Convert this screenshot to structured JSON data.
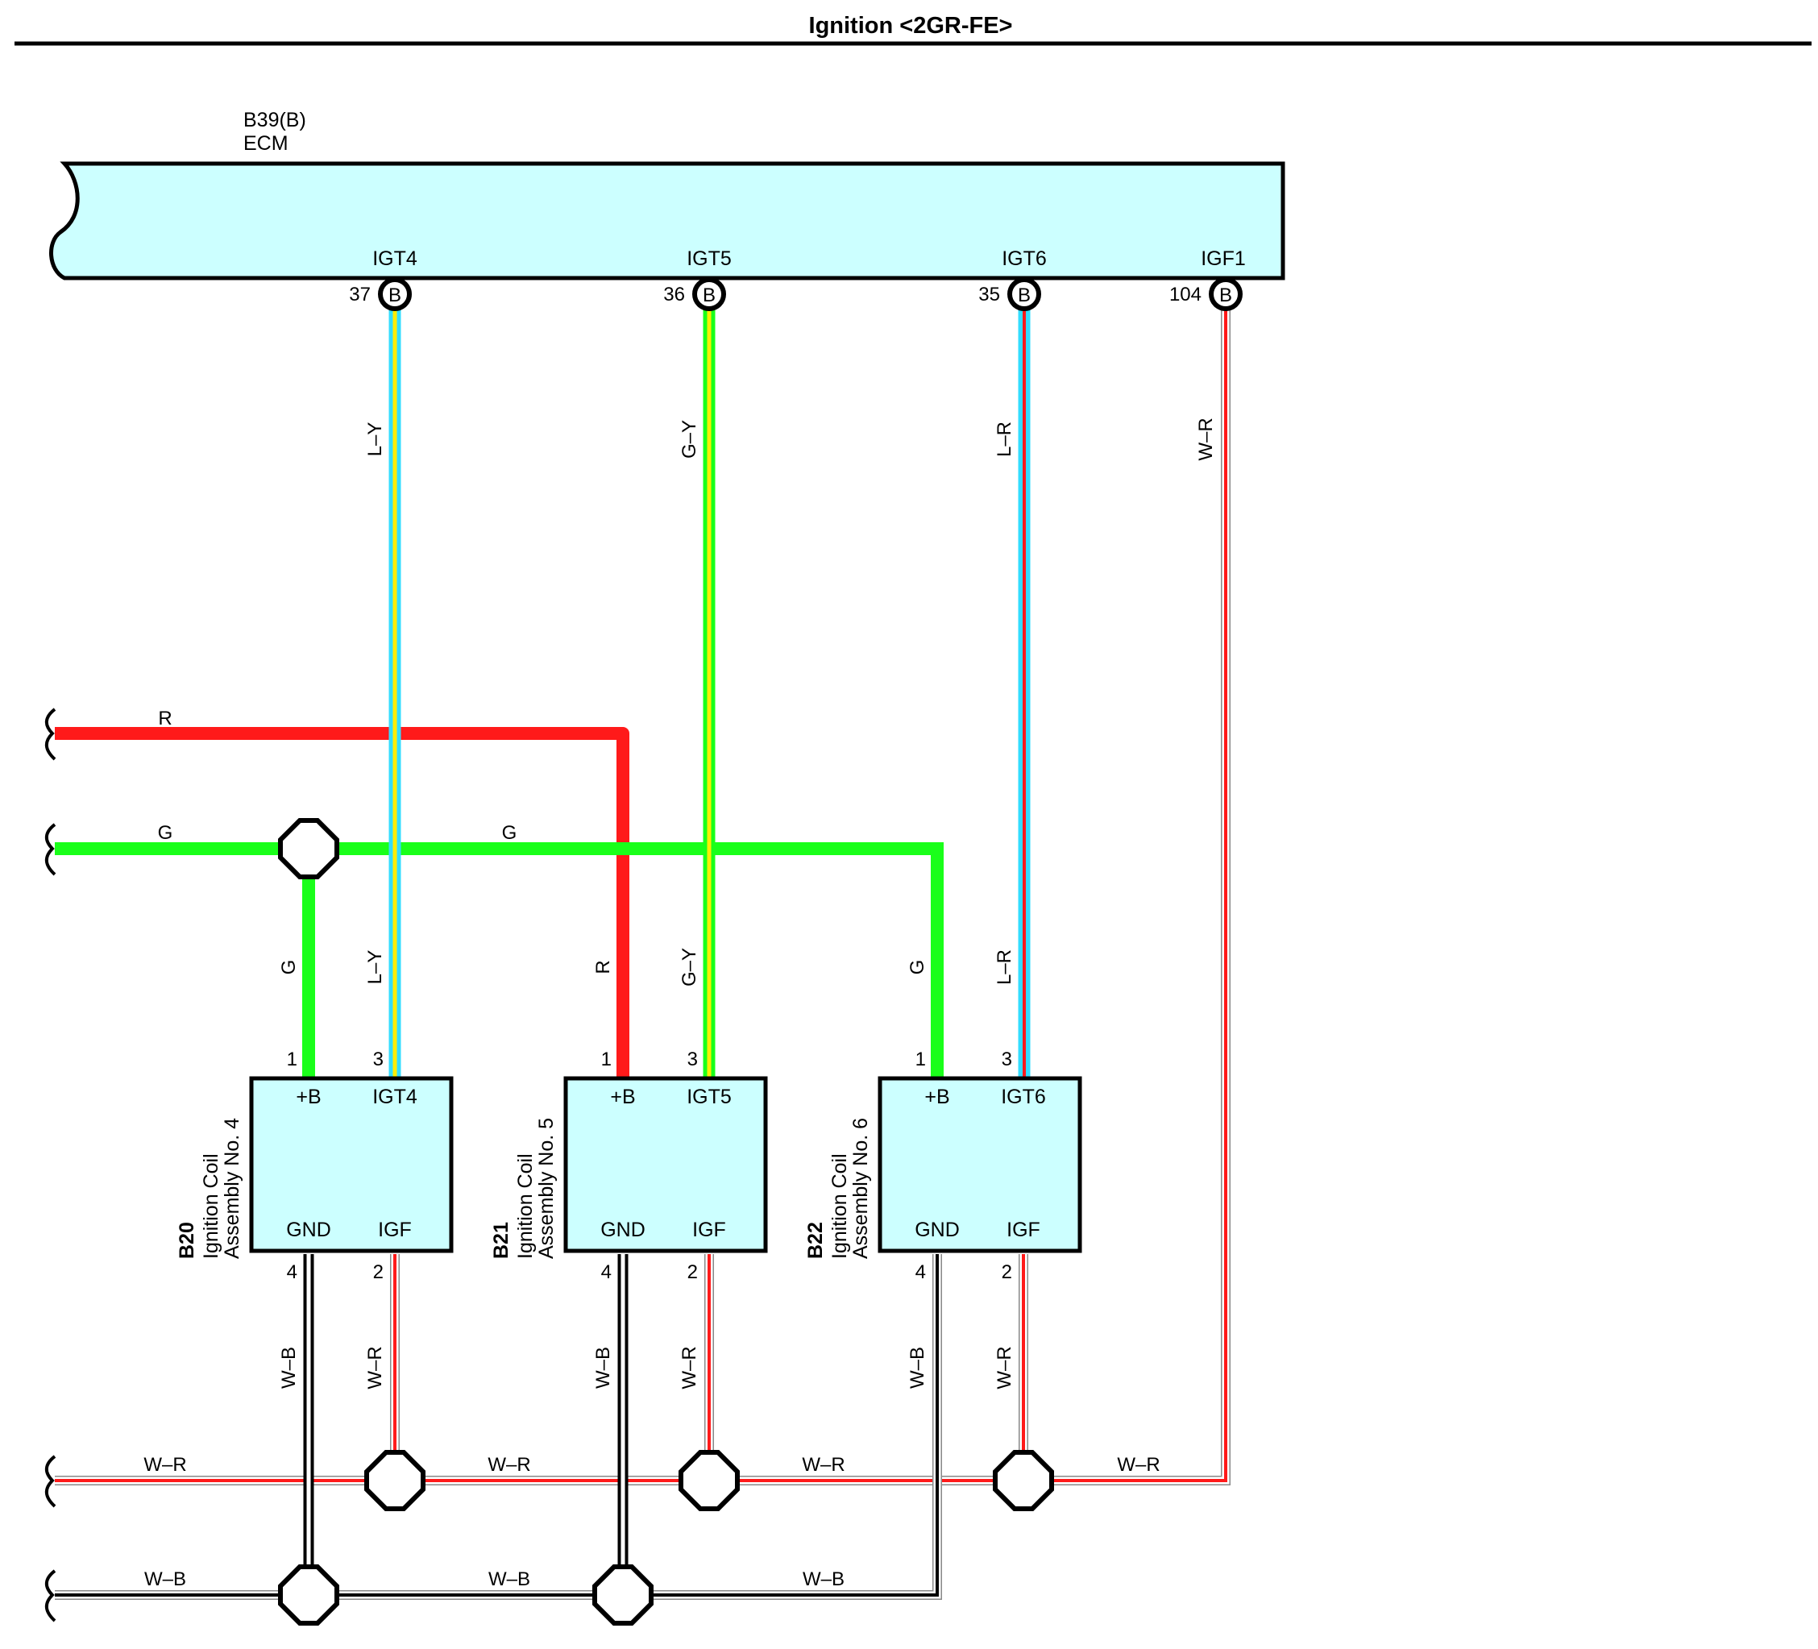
{
  "page": {
    "title": "Ignition <2GR-FE>"
  },
  "ecm": {
    "code": "B39(B)",
    "name": "ECM",
    "terminals": [
      {
        "label": "IGT4",
        "pin": "37",
        "connector": "B"
      },
      {
        "label": "IGT5",
        "pin": "36",
        "connector": "B"
      },
      {
        "label": "IGT6",
        "pin": "35",
        "connector": "B"
      },
      {
        "label": "IGF1",
        "pin": "104",
        "connector": "B"
      }
    ]
  },
  "coils": [
    {
      "code": "B20",
      "name_line1": "Ignition Coil",
      "name_line2": "Assembly No.  4",
      "terms": [
        "+B",
        "IGT4",
        "GND",
        "IGF"
      ],
      "pins": [
        "1",
        "3",
        "4",
        "2"
      ]
    },
    {
      "code": "B21",
      "name_line1": "Ignition Coil",
      "name_line2": "Assembly No.  5",
      "terms": [
        "+B",
        "IGT5",
        "GND",
        "IGF"
      ],
      "pins": [
        "1",
        "3",
        "4",
        "2"
      ]
    },
    {
      "code": "B22",
      "name_line1": "Ignition Coil",
      "name_line2": "Assembly No.  6",
      "terms": [
        "+B",
        "IGT6",
        "GND",
        "IGF"
      ],
      "pins": [
        "1",
        "3",
        "4",
        "2"
      ]
    }
  ],
  "wire_colors": {
    "ecm_igt4": "L–Y",
    "ecm_igt5": "G–Y",
    "ecm_igt6": "L–R",
    "ecm_igf1": "W–R",
    "bus_r": "R",
    "bus_g_left": "G",
    "bus_g_mid": "G",
    "coil4_b": "G",
    "coil4_igt": "L–Y",
    "coil5_b": "R",
    "coil5_igt": "G–Y",
    "coil6_b": "G",
    "coil6_igt": "L–R",
    "coil4_gnd": "W–B",
    "coil4_igf": "W–R",
    "coil5_gnd": "W–B",
    "coil5_igf": "W–R",
    "coil6_gnd": "W–B",
    "coil6_igf": "W–R",
    "bus_wr_1": "W–R",
    "bus_wr_2": "W–R",
    "bus_wr_3": "W–R",
    "bus_wr_4": "W–R",
    "bus_wb_1": "W–B",
    "bus_wb_2": "W–B",
    "bus_wb_3": "W–B"
  },
  "colors": {
    "ecm_fill": "#ccffff",
    "red": "#ff1a1a",
    "green": "#1aff1a",
    "light_blue": "#33ddff",
    "yellow": "#ffee00",
    "black": "#000000",
    "gray": "#999999"
  }
}
